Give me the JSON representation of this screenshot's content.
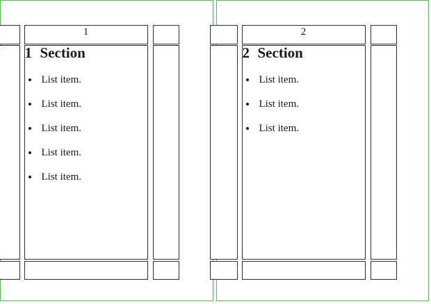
{
  "document": {
    "colors": {
      "page_border_green": "#52c152",
      "frame_border_gray": "#2e2e2e",
      "text_color": "#1a1a1a"
    },
    "pages": [
      {
        "header_page_number": "1",
        "section_number": "1",
        "section_title": "Section",
        "list_items": [
          "List item.",
          "List item.",
          "List item.",
          "List item.",
          "List item."
        ]
      },
      {
        "header_page_number": "2",
        "section_number": "2",
        "section_title": "Section",
        "list_items": [
          "List item.",
          "List item.",
          "List item."
        ]
      }
    ]
  }
}
